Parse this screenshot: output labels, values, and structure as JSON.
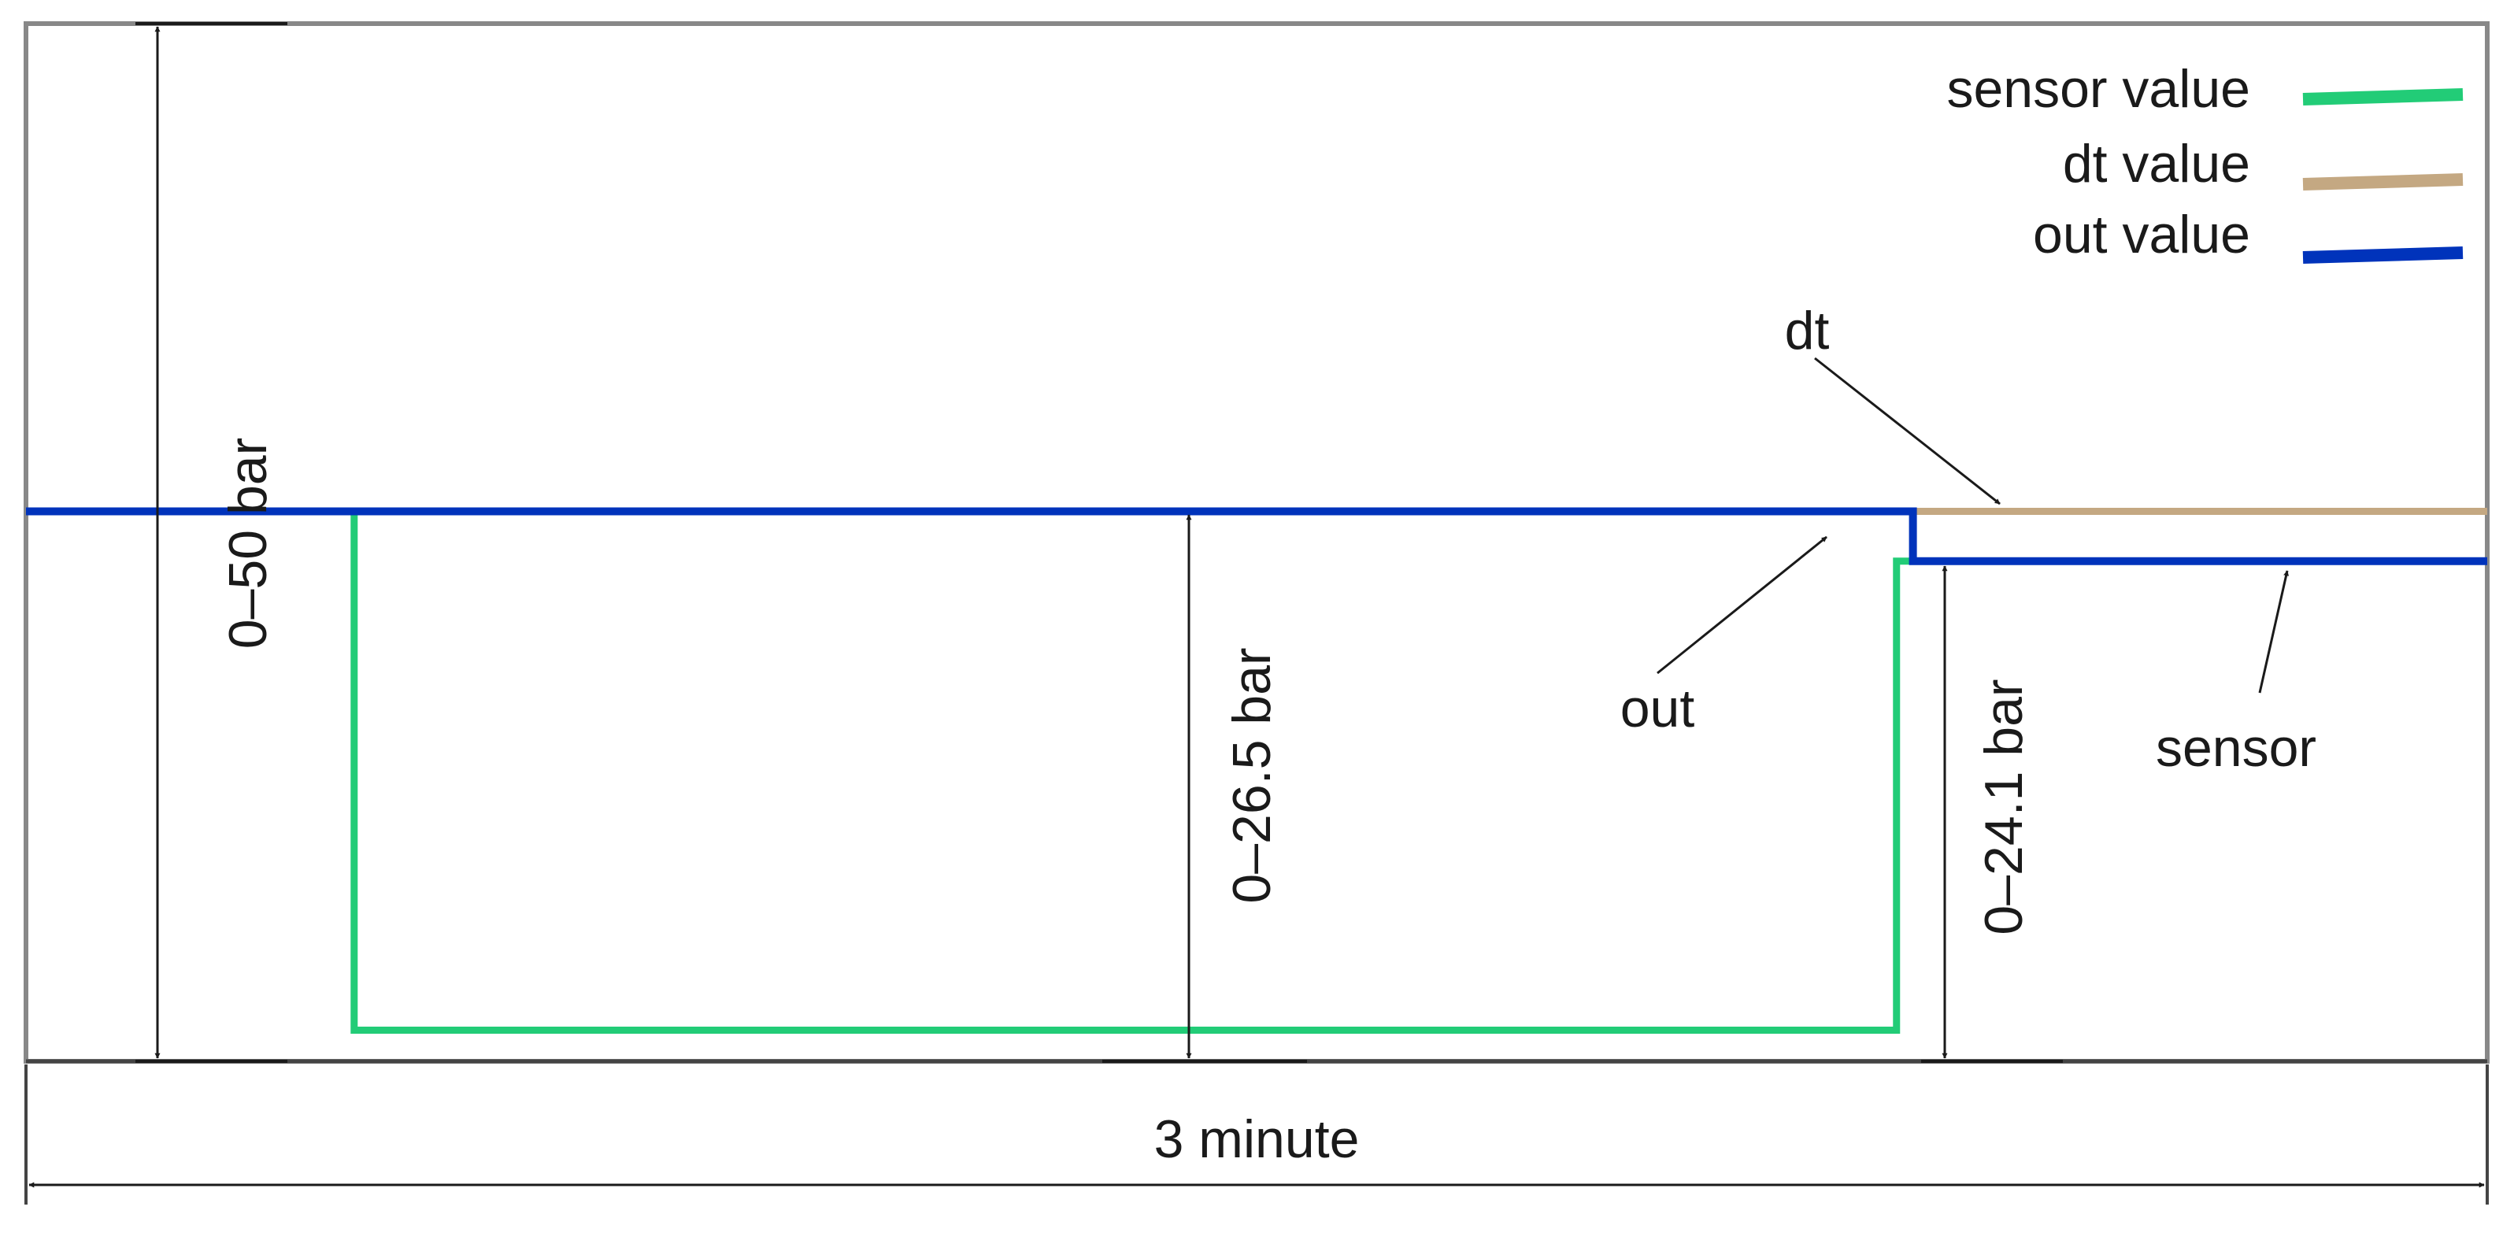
{
  "chart_data": {
    "type": "line",
    "series": [
      {
        "name": "sensor value",
        "color": "#22cc77",
        "x": [
          0.4,
          0.4,
          2.28,
          2.28,
          3.0
        ],
        "y": [
          26.5,
          1.5,
          1.5,
          24.1,
          24.1
        ]
      },
      {
        "name": "dt value",
        "color": "#c4a882",
        "x": [
          2.3,
          3.0
        ],
        "y": [
          26.5,
          26.5
        ]
      },
      {
        "name": "out value",
        "color": "#0033bb",
        "x": [
          0,
          2.3,
          2.3,
          3.0
        ],
        "y": [
          26.5,
          26.5,
          24.1,
          24.1
        ]
      }
    ],
    "xlim": [
      0,
      3
    ],
    "ylim": [
      0,
      50
    ],
    "grid": false,
    "legend_position": "top-right",
    "annotations": {
      "range_full": "0–50 bar",
      "range_mid": "0–26.5 bar",
      "range_right": "0–24.1 bar",
      "time_span": "3 minute",
      "callout_dt": "dt",
      "callout_out": "out",
      "callout_sensor": "sensor"
    }
  }
}
